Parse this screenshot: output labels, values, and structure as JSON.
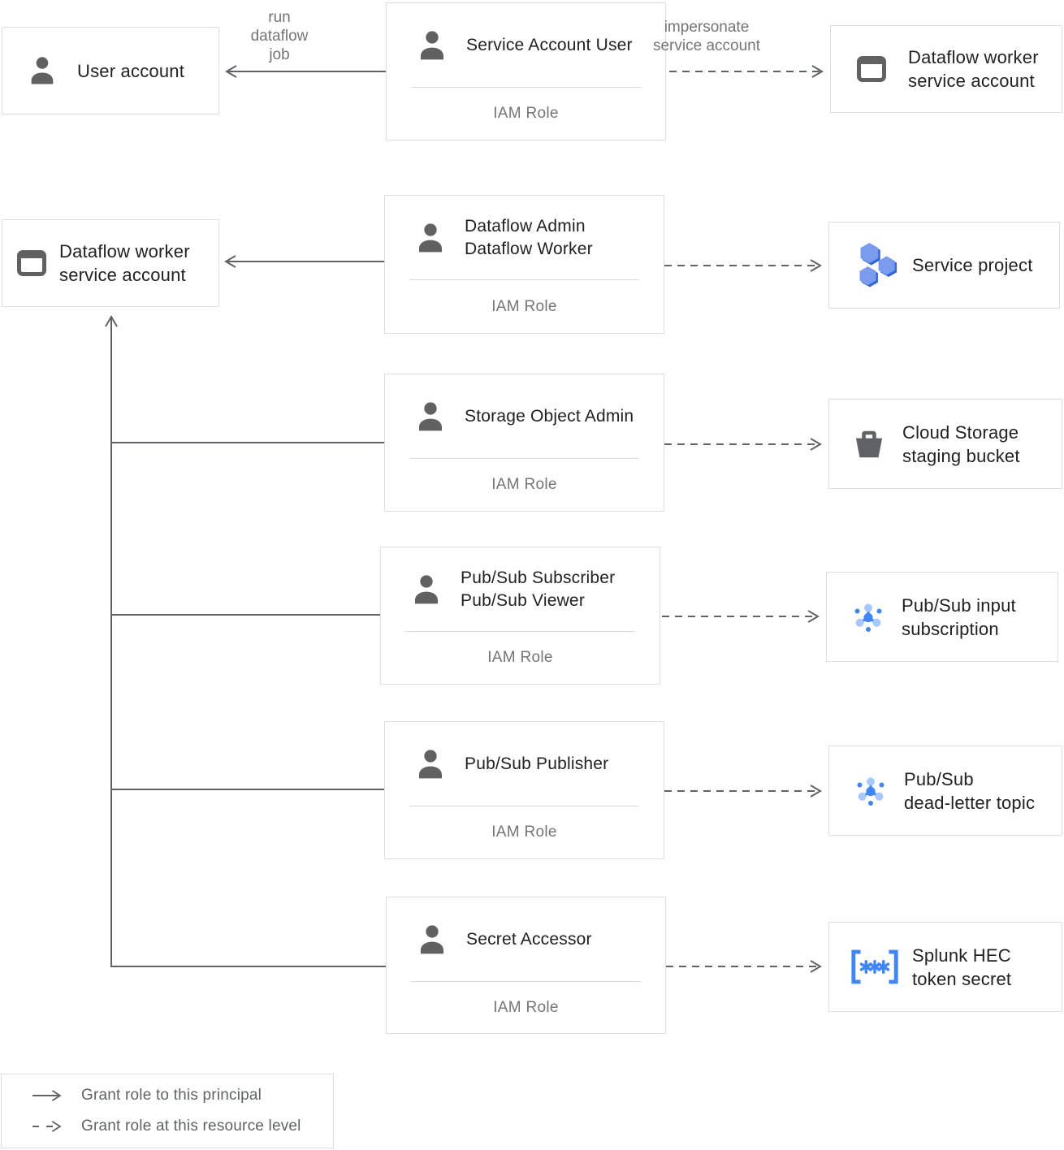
{
  "colors": {
    "blue": "#4285f4",
    "blue_light": "#a8c7fa",
    "hex_face": "#7a9bee",
    "hex_shadow": "#3566d6",
    "icon_gray": "#616161",
    "line_gray": "#5f6368",
    "title_text": "#212121",
    "muted_text": "#757575",
    "box_border": "#dcdee1"
  },
  "principals": {
    "user_account": {
      "label": [
        "User account"
      ]
    },
    "dataflow_worker_sa_left": {
      "label": [
        "Dataflow worker",
        "service account"
      ]
    },
    "dataflow_worker_sa_right": {
      "label": [
        "Dataflow worker",
        "service account"
      ]
    }
  },
  "roles": {
    "service_account_user": {
      "title": [
        "Service Account User"
      ],
      "caption": "IAM Role"
    },
    "dataflow_admin_worker": {
      "title": [
        "Dataflow Admin",
        "Dataflow Worker"
      ],
      "caption": "IAM Role"
    },
    "storage_object_admin": {
      "title": [
        "Storage Object Admin"
      ],
      "caption": "IAM Role"
    },
    "pubsub_subscriber_viewer": {
      "title": [
        "Pub/Sub Subscriber",
        "Pub/Sub Viewer"
      ],
      "caption": "IAM Role"
    },
    "pubsub_publisher": {
      "title": [
        "Pub/Sub Publisher"
      ],
      "caption": "IAM Role"
    },
    "secret_accessor": {
      "title": [
        "Secret Accessor"
      ],
      "caption": "IAM Role"
    }
  },
  "resources": {
    "service_project": {
      "label": [
        "Service project"
      ]
    },
    "cloud_storage_bucket": {
      "label": [
        "Cloud Storage",
        "staging bucket"
      ]
    },
    "pubsub_input_subscription": {
      "label": [
        "Pub/Sub input",
        "subscription"
      ]
    },
    "pubsub_dead_letter_topic": {
      "label": [
        "Pub/Sub",
        "dead-letter topic"
      ]
    },
    "splunk_hec_token_secret": {
      "label": [
        "Splunk HEC",
        "token secret"
      ]
    }
  },
  "edge_labels": {
    "run_dataflow_job": [
      "run",
      "dataflow",
      "job"
    ],
    "impersonate": [
      "impersonate",
      "service account"
    ]
  },
  "legend": {
    "solid": "Grant role to this principal",
    "dashed": "Grant role at this resource level"
  }
}
